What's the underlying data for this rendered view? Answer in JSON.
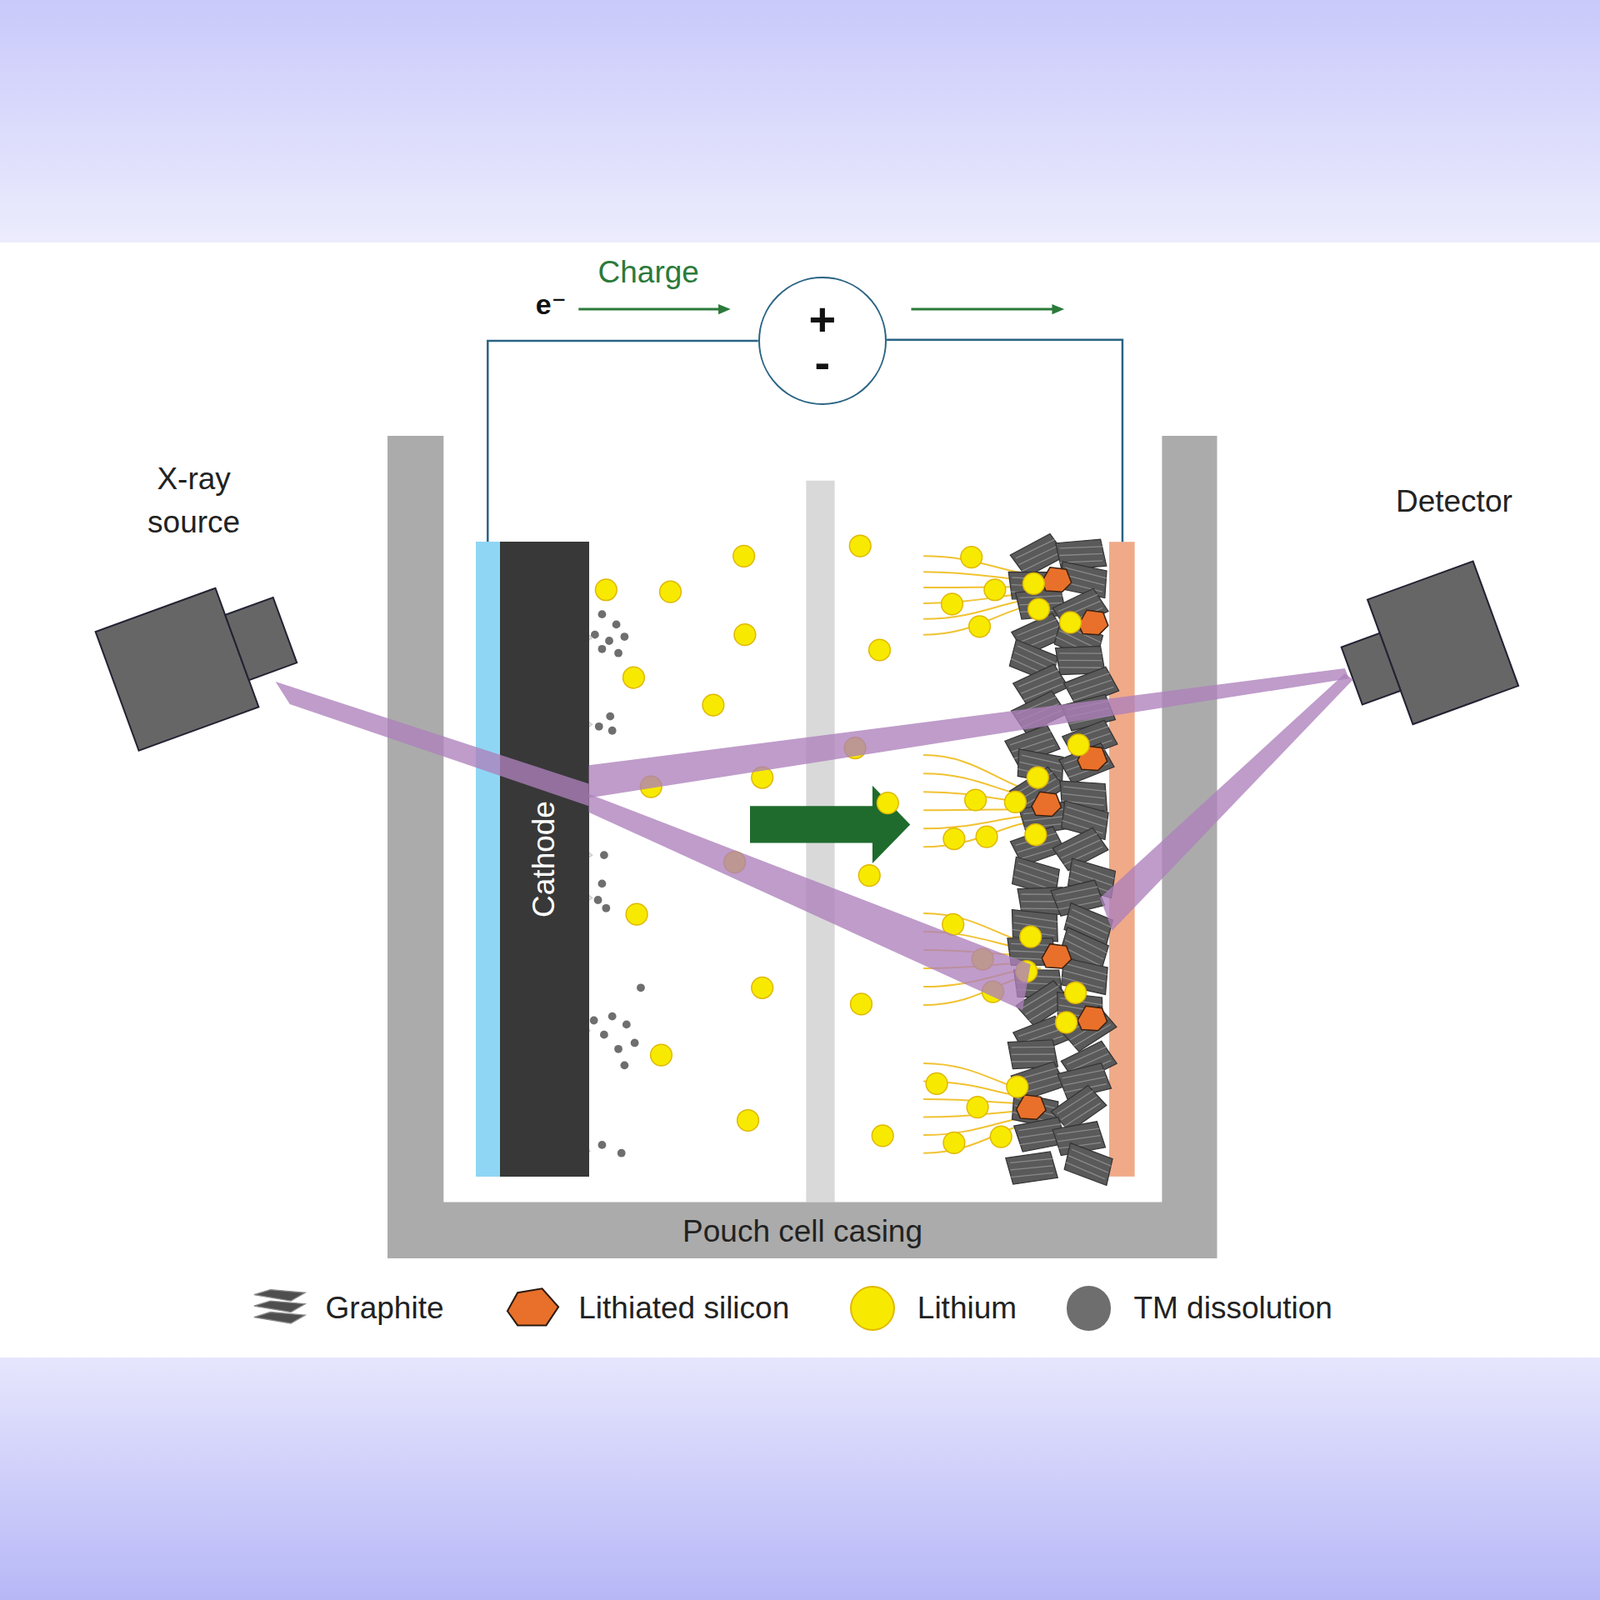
{
  "diagram": {
    "nodes": [
      {
        "text": [
          "+",
          "-"
        ]
      },
      {
        "text": [
          "X-ray source"
        ]
      },
      {
        "text": [
          "Detector"
        ]
      },
      {
        "text": [
          "Pouch cell casing"
        ]
      },
      {
        "text": [
          "Cathode"
        ],
        "in": 3
      }
    ],
    "edges": [
      {
        "from": 4,
        "to": 0,
        "arrow": "none"
      }
    ],
    "labels": [
      "e⁻",
      "Charge"
    ],
    "legend": [
      {
        "text": "Graphite"
      },
      {
        "text": "Lithiated silicon"
      },
      {
        "text": "Lithium",
        "color": "#f7ea00"
      },
      {
        "text": "TM dissolution",
        "color": "#6e6e6e"
      }
    ]
  }
}
